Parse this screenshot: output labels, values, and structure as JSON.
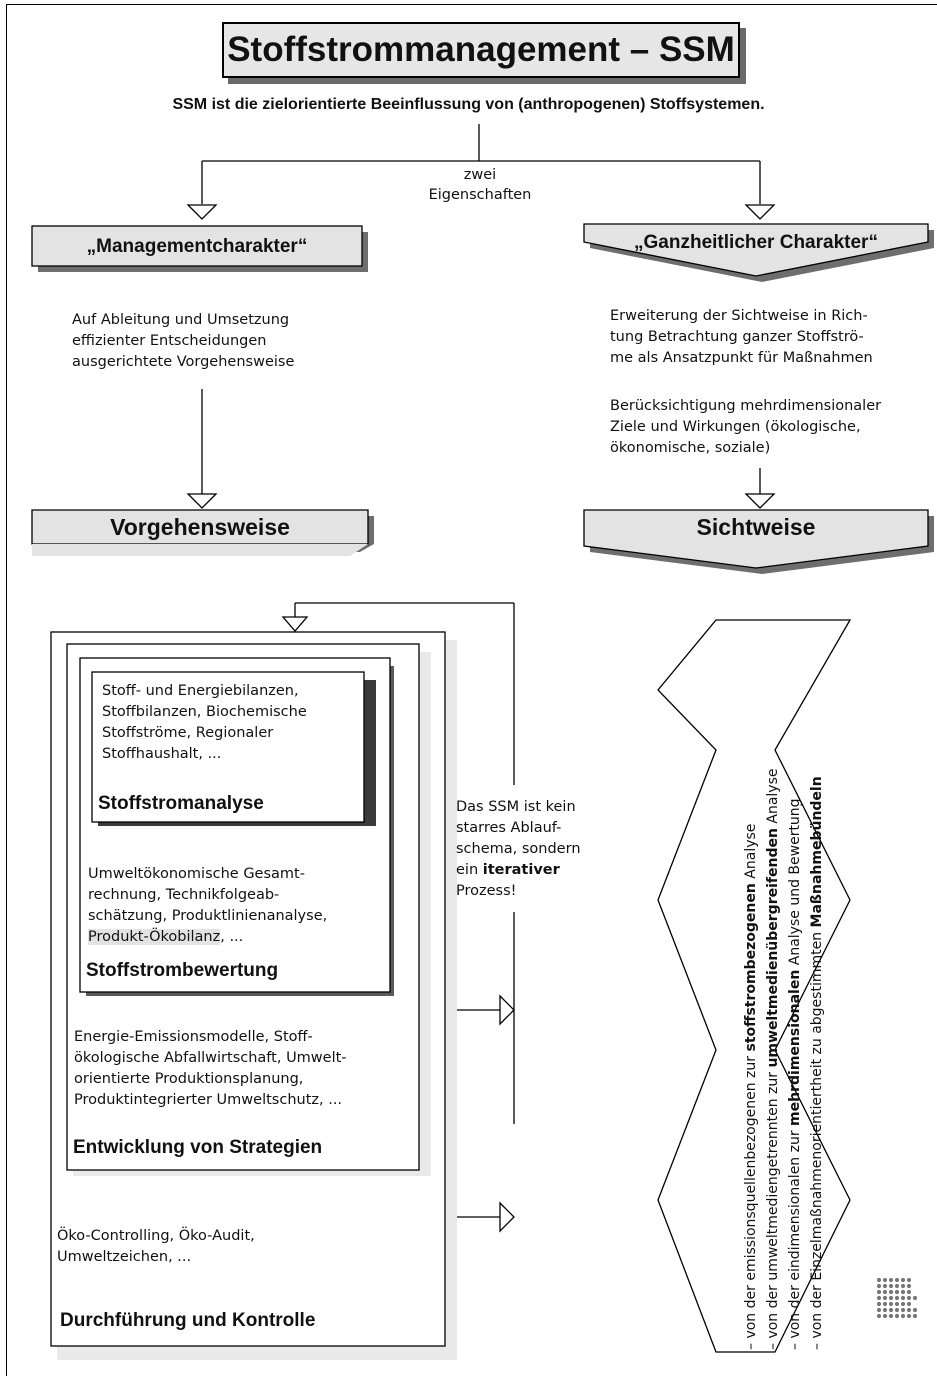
{
  "title": "Stoffstrommanagement – SSM",
  "definition": "SSM ist die zielorientierte Beeinflussung von (anthropogenen) Stoffsystemen.",
  "split_label": [
    "zwei",
    "Eigenschaften"
  ],
  "left": {
    "header": "„Managementcharakter“",
    "description": [
      "Auf Ableitung und Umsetzung",
      "effizienter Entscheidungen",
      "ausgerichtete Vorgehensweise"
    ],
    "result": "Vorgehensweise"
  },
  "right": {
    "header": "„Ganzheitlicher Charakter“",
    "description1": [
      "Erweiterung der Sichtweise in Rich-",
      "tung Betrachtung ganzer Stoffströ-",
      "me als Ansatzpunkt für Maßnahmen"
    ],
    "description2": [
      "Berücksichtigung mehrdimensionaler",
      "Ziele und Wirkungen (ökologische,",
      "ökonomische, soziale)"
    ],
    "result": "Sichtweise"
  },
  "stages": {
    "analysis": {
      "text": [
        "Stoff- und Energiebilanzen,",
        "Stoffbilanzen, Biochemische",
        "Stoffströme, Regionaler",
        "Stoffhaushalt, ..."
      ],
      "label": "Stoffstromanalyse"
    },
    "evaluation": {
      "text": [
        "Umweltökonomische Gesamt-",
        "rechnung, Technikfolgeab-",
        "schätzung, Produktlinienanalyse,"
      ],
      "text_highlight": "Produkt-Ökobilanz",
      "text_tail": ", ...",
      "label": "Stoffstrombewertung"
    },
    "strategies": {
      "text": [
        "Energie-Emissionsmodelle, Stoff-",
        "ökologische Abfallwirtschaft, Umwelt-",
        "orientierte Produktionsplanung,",
        "Produktintegrierter Umweltschutz, ..."
      ],
      "label": "Entwicklung von Strategien"
    },
    "control": {
      "text": [
        "Öko-Controlling, Öko-Audit,",
        "Umweltzeichen, ..."
      ],
      "label": "Durchführung und Kontrolle"
    }
  },
  "iterative_note": {
    "lines": [
      "Das SSM ist kein",
      "starres Ablauf-",
      "schema, sondern",
      "ein"
    ],
    "bold_word": "iterativer",
    "last_line": "Prozess!"
  },
  "perspective_list": [
    {
      "prefix": "– von der emissionsquellenbezogenen zur ",
      "bold": "stoffstrombezogenen",
      "suffix": " Analyse"
    },
    {
      "prefix": "– von der umweltmediengetrennten zur ",
      "bold": "umweltmedienübergreifenden",
      "suffix": " Analyse"
    },
    {
      "prefix": "– von der eindimensionalen zur ",
      "bold": "mehrdimensionalen",
      "suffix": " Analyse und Bewertung"
    },
    {
      "prefix": "– von der Einzelmaßnahmenorientiertheit zu abgestimmten ",
      "bold": "Maßnahmebündeln",
      "suffix": ""
    }
  ],
  "logo_icon": "dot-grid-logo"
}
